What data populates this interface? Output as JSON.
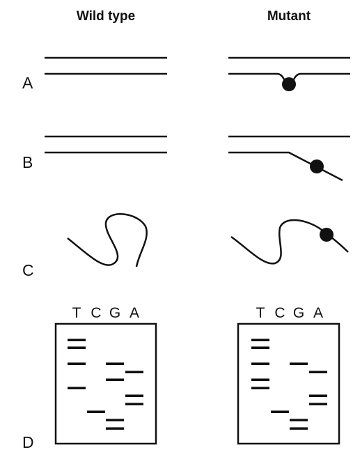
{
  "columns": {
    "wild_type": "Wild type",
    "mutant": "Mutant"
  },
  "rows": {
    "a": "A",
    "b": "B",
    "c": "C",
    "d": "D"
  },
  "gel": {
    "lanes": [
      "T",
      "C",
      "G",
      "A"
    ],
    "wild_type_bands": [
      [
        "T"
      ],
      [
        "T"
      ],
      [
        "T",
        "G"
      ],
      [
        "A"
      ],
      [
        "G"
      ],
      [
        "T"
      ],
      [
        "A"
      ],
      [
        "A"
      ],
      [
        "C"
      ],
      [
        "G"
      ],
      [
        "G"
      ]
    ],
    "mutant_bands": [
      [
        "T"
      ],
      [
        "T"
      ],
      [
        "T",
        "G"
      ],
      [
        "A"
      ],
      [
        "T"
      ],
      [
        "T"
      ],
      [
        "A"
      ],
      [
        "A"
      ],
      [
        "C"
      ],
      [
        "G"
      ],
      [
        "G"
      ]
    ]
  },
  "colors": {
    "ink": "#111111",
    "background": "#ffffff"
  }
}
